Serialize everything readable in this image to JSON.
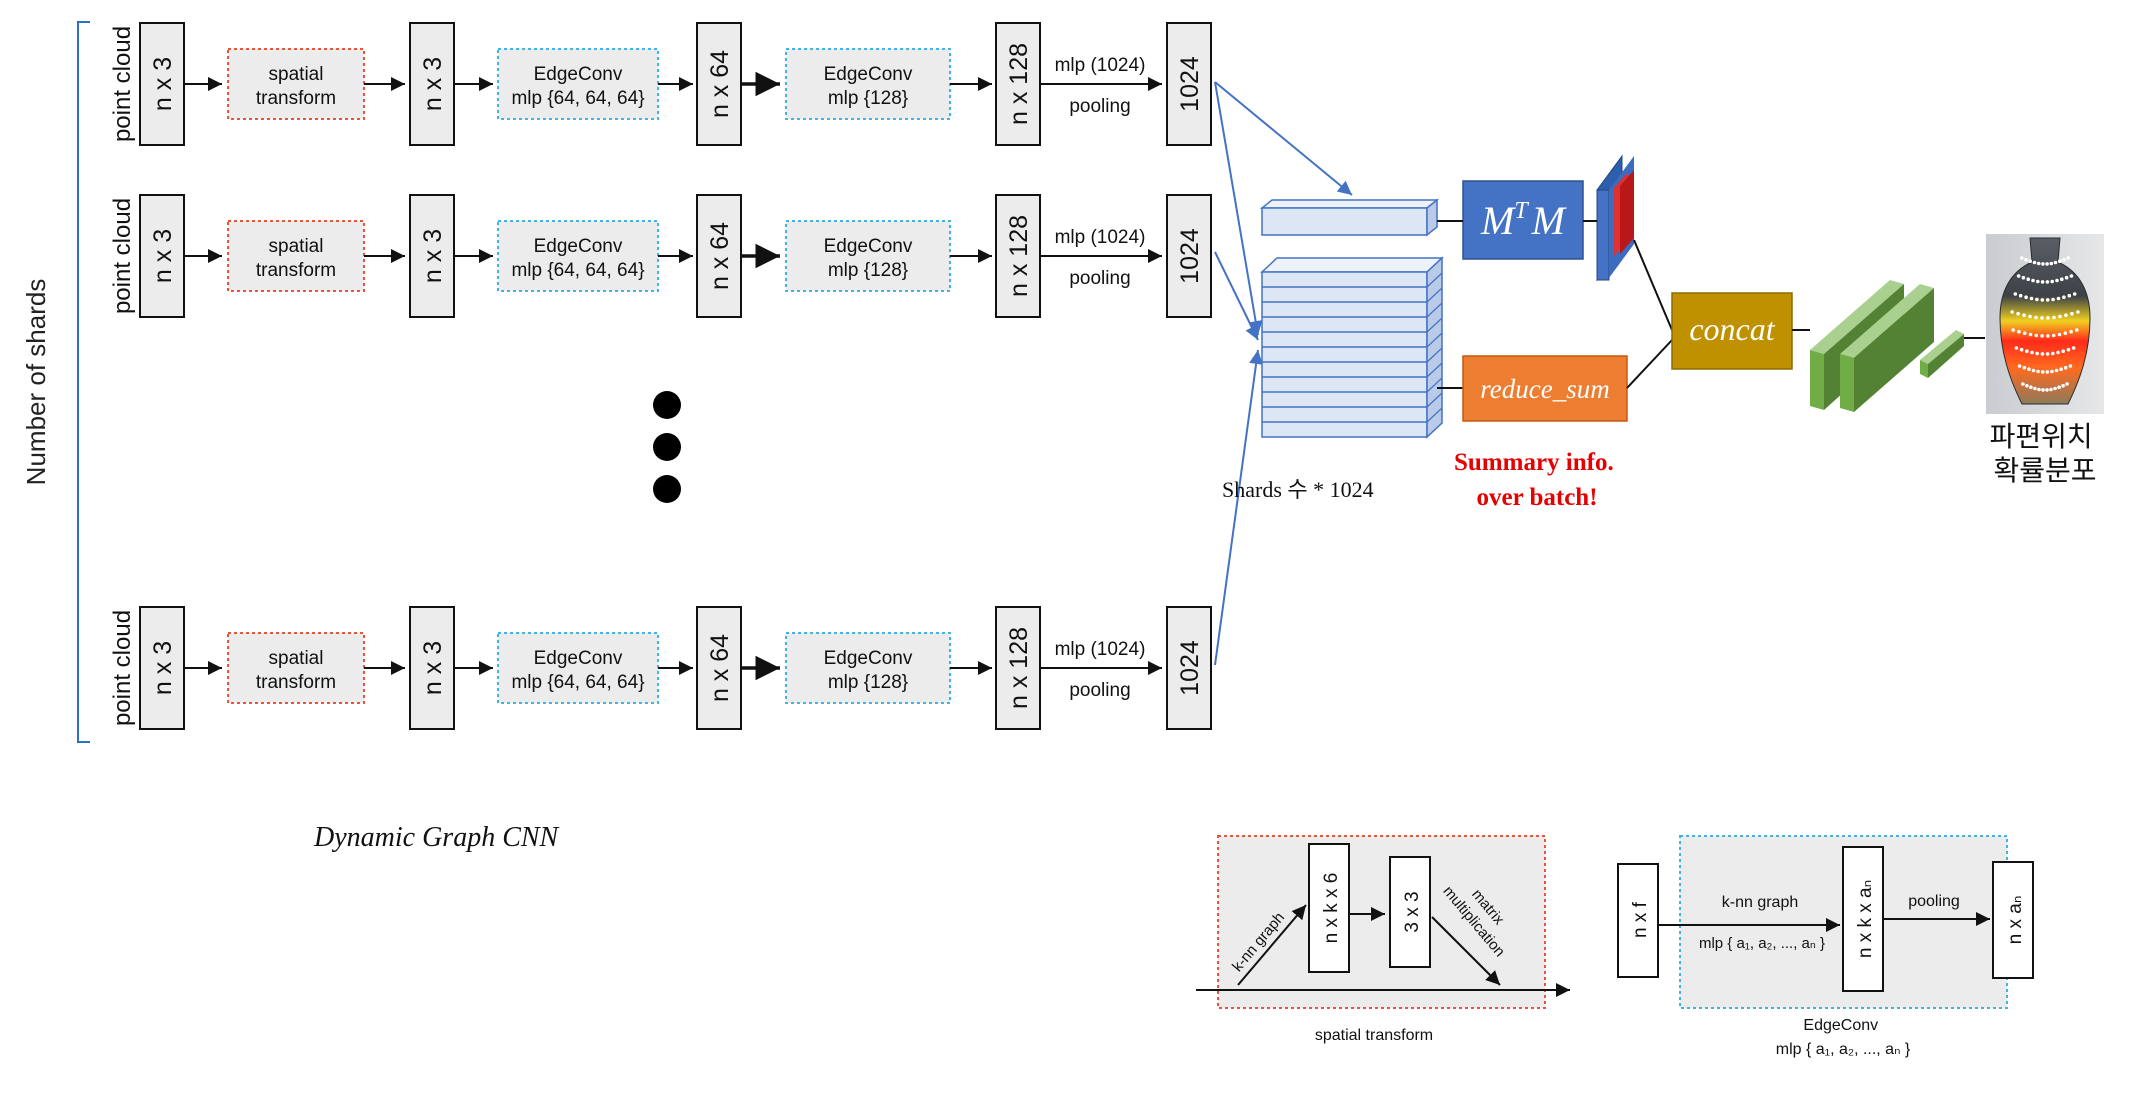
{
  "left_bracket_label": "Number of shards",
  "ellipsis_count": 3,
  "pipeline": {
    "input_label": "point cloud",
    "input_shape": "n x 3",
    "spatial_label": [
      "spatial",
      "transform"
    ],
    "after_spatial": "n x 3",
    "edgeconv1_label": [
      "EdgeConv",
      "mlp {64, 64, 64}"
    ],
    "after_edgeconv1": "n x 64",
    "edgeconv2_label": [
      "EdgeConv",
      "mlp {128}"
    ],
    "after_edgeconv2": "n x 128",
    "mlp_label": "mlp (1024)",
    "pooling_label": "pooling",
    "output_shape": "1024"
  },
  "shards_caption": "Shards 수 * 1024",
  "mtm_label": "MᵀM",
  "reduce_label": "reduce_sum",
  "summary_lines": [
    "Summary info.",
    "over batch!"
  ],
  "concat_label": "concat",
  "result_lines": [
    "파편위치",
    "확률분포"
  ],
  "dgcnn_caption": "Dynamic Graph CNN",
  "spatial_detail": {
    "knn": "k-nn graph",
    "shape1": "n x k x 6",
    "shape2": "3 x 3",
    "matmul": [
      "matrix",
      "multiplication"
    ],
    "caption": "spatial transform"
  },
  "edgeconv_detail": {
    "input": "n x f",
    "knn": "k-nn graph",
    "mlp": "mlp { a₁, a₂, ..., aₙ }",
    "middle": "n x k x aₙ",
    "pooling": "pooling",
    "output": "n x aₙ",
    "caption_lines": [
      "EdgeConv",
      "mlp { a₁, a₂, ..., aₙ }"
    ]
  },
  "colors": {
    "spatial_border": "#e8553b",
    "edgeconv_border": "#3fb5e0",
    "box_fill": "#ececec",
    "mtm_fill": "#4472c4",
    "reduce_fill": "#ed7d31",
    "concat_fill": "#bf9000",
    "summary_text": "#e60000",
    "connector": "#4472c4",
    "stack_fill": "#dce6f4"
  }
}
